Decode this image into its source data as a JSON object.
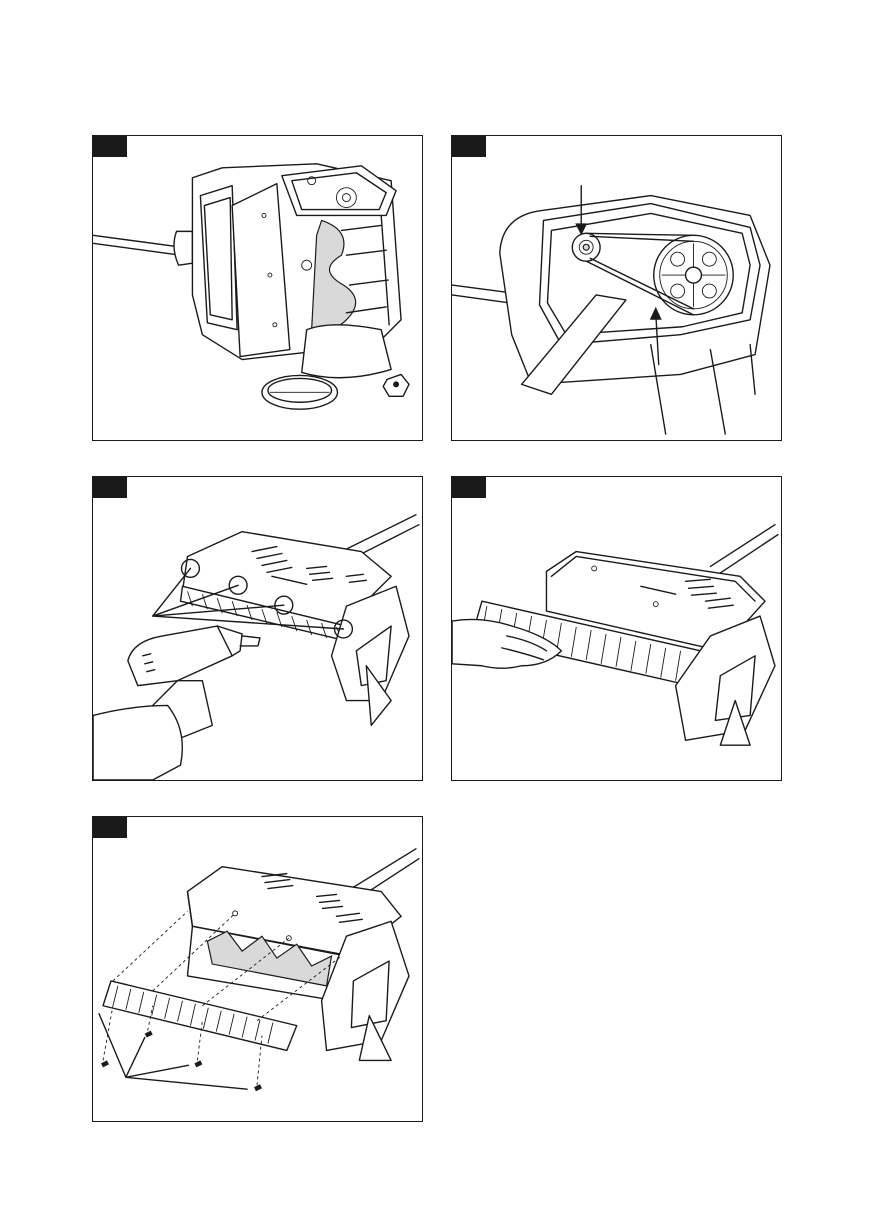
{
  "panels": [
    {
      "id": "p1",
      "icon": "auger-housing-belt-removed-illustration"
    },
    {
      "id": "p2",
      "icon": "belt-pulley-illustration"
    },
    {
      "id": "p3",
      "icon": "drill-removing-screws-illustration"
    },
    {
      "id": "p4",
      "icon": "hand-removing-scraper-illustration"
    },
    {
      "id": "p5",
      "icon": "scraper-exploded-screws-illustration"
    }
  ]
}
